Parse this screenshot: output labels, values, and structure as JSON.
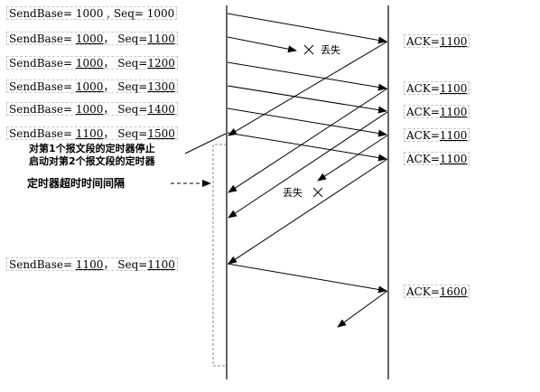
{
  "sender_states": [
    {
      "sb_label": "SendBase=",
      "sb": "1000",
      "sep": " ,",
      "seq_label": "Seq=",
      "seq": "1000"
    },
    {
      "sb_label": "SendBase=",
      "sb": "1000",
      "sep": "，",
      "seq_label": "Seq=",
      "seq": "1100"
    },
    {
      "sb_label": "SendBase=",
      "sb": "1000",
      "sep": "，",
      "seq_label": "Seq=",
      "seq": "1200"
    },
    {
      "sb_label": "SendBase=",
      "sb": "1000",
      "sep": "，",
      "seq_label": "Seq=",
      "seq": "1300"
    },
    {
      "sb_label": "SendBase=",
      "sb": "1000",
      "sep": "，",
      "seq_label": "Seq=",
      "seq": "1400"
    },
    {
      "sb_label": "SendBase=",
      "sb": "1100",
      "sep": "，",
      "seq_label": "Seq=",
      "seq": "1500"
    },
    {
      "sb_label": "SendBase=",
      "sb": "1100",
      "sep": "，",
      "seq_label": "Seq=",
      "seq": "1100"
    }
  ],
  "acks": [
    {
      "label": "ACK=",
      "value": "1100"
    },
    {
      "label": "ACK=",
      "value": "1100"
    },
    {
      "label": "ACK=",
      "value": "1100"
    },
    {
      "label": "ACK=",
      "value": "1100"
    },
    {
      "label": "ACK=",
      "value": "1100"
    },
    {
      "label": "ACK=",
      "value": "1600"
    }
  ],
  "lost_labels": [
    "丢失",
    "丢失"
  ],
  "notes": [
    "对第1个报文段的定时器停止",
    "启动对第2个报文段的定时器"
  ],
  "timer_label": "定时器超时时间间隔",
  "colors": {
    "line": "#000000",
    "dashed_border": "#c8c8c8"
  }
}
